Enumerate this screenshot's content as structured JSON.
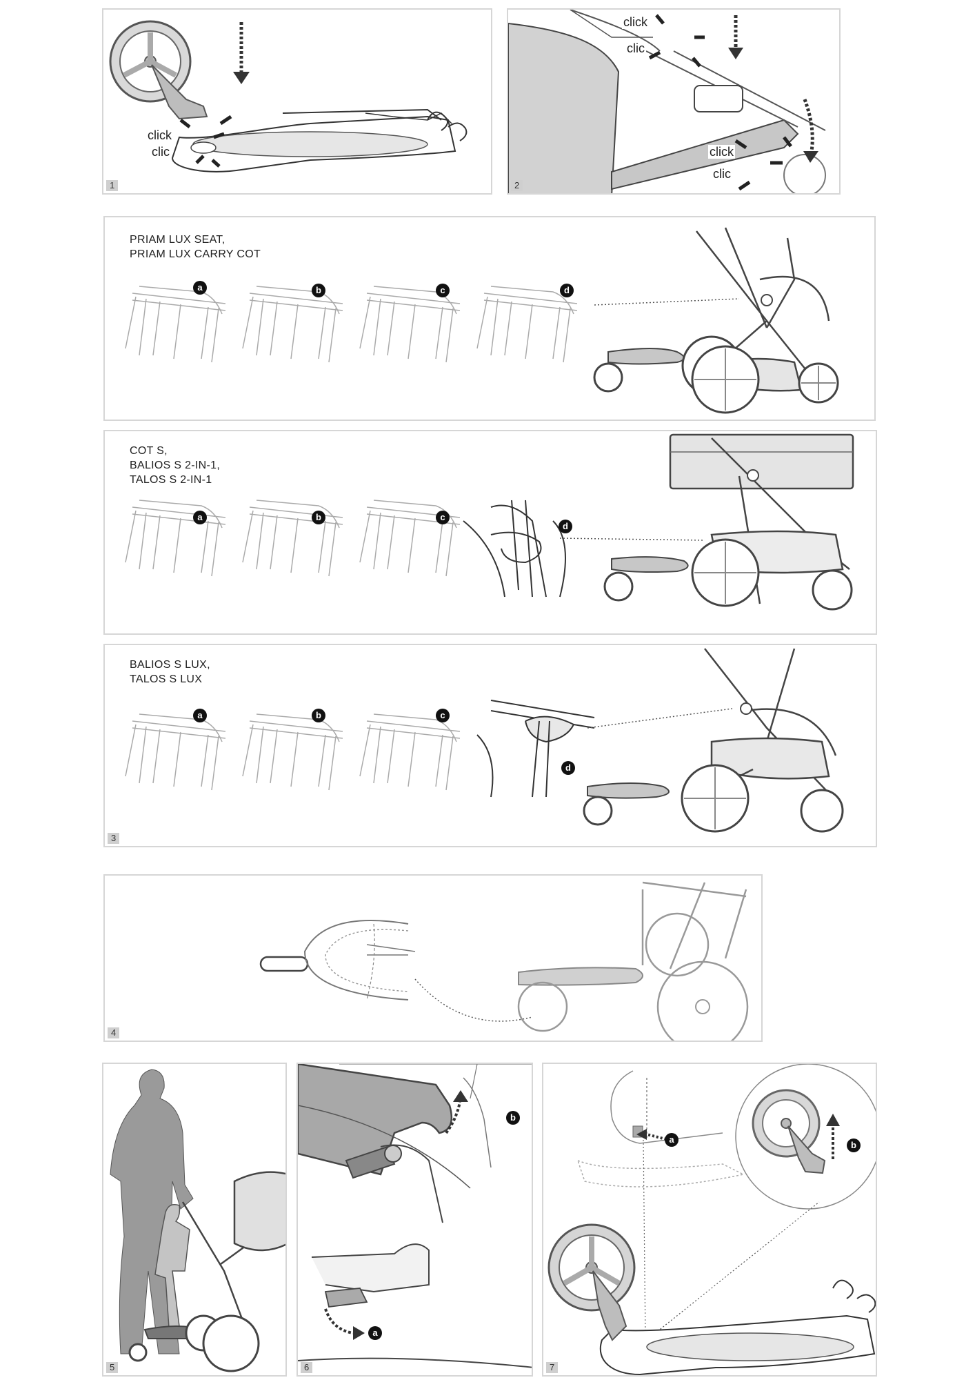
{
  "panels": {
    "p1": {
      "number": "1",
      "click": "click",
      "clic": "clic"
    },
    "p2": {
      "number": "2",
      "click_top": "click",
      "clic_top": "clic",
      "click_bottom": "click",
      "clic_bottom": "clic"
    },
    "p3": {
      "number": "3",
      "row1": {
        "caption": "PRIAM LUX SEAT,\nPRIAM LUX CARRY COT",
        "steps": [
          "a",
          "b",
          "c",
          "d"
        ]
      },
      "row2": {
        "caption": "COT S,\nBALIOS S 2-IN-1,\nTALOS S 2-IN-1",
        "steps": [
          "a",
          "b",
          "c",
          "d"
        ]
      },
      "row3": {
        "caption": "BALIOS S LUX,\nTALOS S LUX",
        "steps": [
          "a",
          "b",
          "c",
          "d"
        ]
      }
    },
    "p4": {
      "number": "4"
    },
    "p5": {
      "number": "5"
    },
    "p6": {
      "number": "6",
      "steps": [
        "b",
        "a"
      ]
    },
    "p7": {
      "number": "7",
      "steps": [
        "a",
        "b"
      ]
    }
  }
}
